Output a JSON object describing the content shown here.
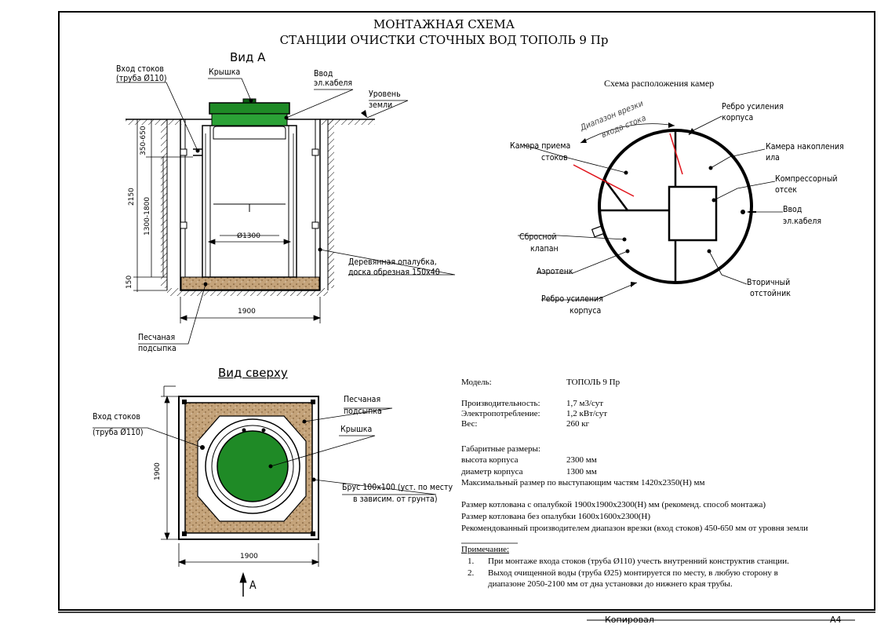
{
  "title": {
    "line1": "МОНТАЖНАЯ СХЕМА",
    "line2": "СТАНЦИИ ОЧИСТКИ СТОЧНЫХ ВОД ТОПОЛЬ 9 Пр"
  },
  "view_a": {
    "heading": "Вид А",
    "labels": {
      "inlet": "Вход стоков",
      "inlet_pipe": "(труба Ø110)",
      "lid": "Крышка",
      "cable": "Ввод",
      "cable2": "эл.кабеля",
      "ground": "Уровень",
      "ground2": "земли",
      "formwork": "Деревянная опалубка,",
      "formwork2": "доска обрезная 150х40",
      "sand": "Песчаная",
      "sand2": "подсыпка"
    },
    "dims": {
      "d350": "350-650",
      "d2150": "2150",
      "d1300": "1300-1800",
      "d150": "150",
      "diam": "Ø1300",
      "width": "1900"
    }
  },
  "top_view": {
    "heading": "Вид сверху",
    "labels": {
      "inlet": "Вход стоков",
      "inlet_pipe": "(труба Ø110)",
      "sand": "Песчаная",
      "sand2": "подсыпка",
      "lid": "Крышка",
      "beam": "Брус 100х100 (уст. по месту",
      "beam2": "в зависим. от грунта)"
    },
    "dims": {
      "side": "1900",
      "bottom": "1900",
      "arrow": "А"
    }
  },
  "chambers": {
    "heading": "Схема расположения камер",
    "labels": {
      "range1": "Диапазон врезки",
      "range2": "входа стока",
      "rib_top": "Ребро усиления",
      "rib_top2": "корпуса",
      "intake": "Камера приема",
      "intake2": "стоков",
      "sludge": "Камера накопления",
      "sludge2": "ила",
      "compressor": "Компрессорный",
      "compressor2": "отсек",
      "cable": "Ввод",
      "cable2": "эл.кабеля",
      "valve": "Сбросной",
      "valve2": "клапан",
      "aerotank": "Аэротенк",
      "settler": "Вторичный",
      "settler2": "отстойник",
      "rib_bottom": "Ребро усиления",
      "rib_bottom2": "корпуса"
    }
  },
  "specs": {
    "model_label": "Модель:",
    "model_value": "ТОПОЛЬ 9 Пр",
    "capacity_label": "Производительность:",
    "capacity_value": "1,7 м3/сут",
    "power_label": "Электропотребление:",
    "power_value": "1,2 кВт/сут",
    "weight_label": "Вес:",
    "weight_value": "260 кг",
    "dims_header": "Габаритные размеры:",
    "height_label": "высота корпуса",
    "height_value": "2300 мм",
    "diameter_label": "диаметр корпуса",
    "diameter_value": "1300 мм",
    "max_size": "Максимальный размер по выступающим частям 1420х2350(Н) мм",
    "pit_with": "Размер котлована с опалубкой 1900х1900х2300(Н) мм (рекоменд. способ монтажа)",
    "pit_without": "Размер котлована без опалубки 1600х1600х2300(Н)",
    "recommended": "Рекомендованный производителем диапазон врезки (вход стоков) 450-650 мм от уровня земли",
    "note_header": "Примечание:",
    "note1_num": "1.",
    "note1": "При монтаже входа  стоков (труба  Ø110) учесть внутренний конструктив станции.",
    "note2_num": "2.",
    "note2a": "Выход очищенной воды (труба Ø25) монтируется по месту, в любую сторону в",
    "note2b": "диапазоне 2050-2100 мм от дна установки до нижнего края трубы."
  },
  "footer": {
    "copied": "Копировал",
    "format": "А4"
  },
  "colors": {
    "lid_green": "#1f8a26",
    "lid_dark": "#0d5e14",
    "sand": "#bfa27a",
    "red_line": "#e0141c"
  }
}
